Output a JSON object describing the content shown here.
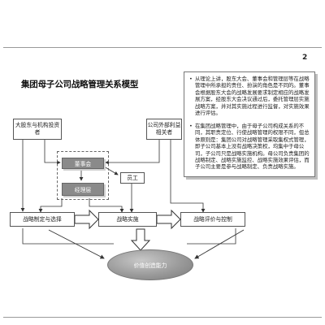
{
  "page_number": "2",
  "title": "集团母子公司战略管理关系模型",
  "notes": [
    "从理论上讲，股东大会、董事会和管理层等在战略管理中所承担的责任、扮演的角色是不同的。董事会根据股东大会的战略发展要求制定相应的战略发展方案，经股东大会决议通过后，委托管理层实施战略方案，并对其实施过程进行监督，对实施效果进行评估。",
    "在集团战略管理中，由于母子公司构成关系的不同，其职责定位、行使战略管理的权限不同，但总体原则是：集团公司对战略管理采取集权式管理，即子公司基本上没有战略决策权，均集中于母公司，子公司只是战略实施机构。母公司负责集团的战略制定、战略实施监控、战略实施效果评估，而子公司主要是参与战略制定、负责战略实施。"
  ],
  "diagram": {
    "shareholders": "大股东与机构投资者",
    "external": "公司外部利益相关者",
    "board": "董事会",
    "staff": "员工",
    "management": "经理层",
    "formulation": "战略制定与选择",
    "implementation": "战略实施",
    "evaluation": "战略评价与控制",
    "value": "价值创造能力"
  }
}
